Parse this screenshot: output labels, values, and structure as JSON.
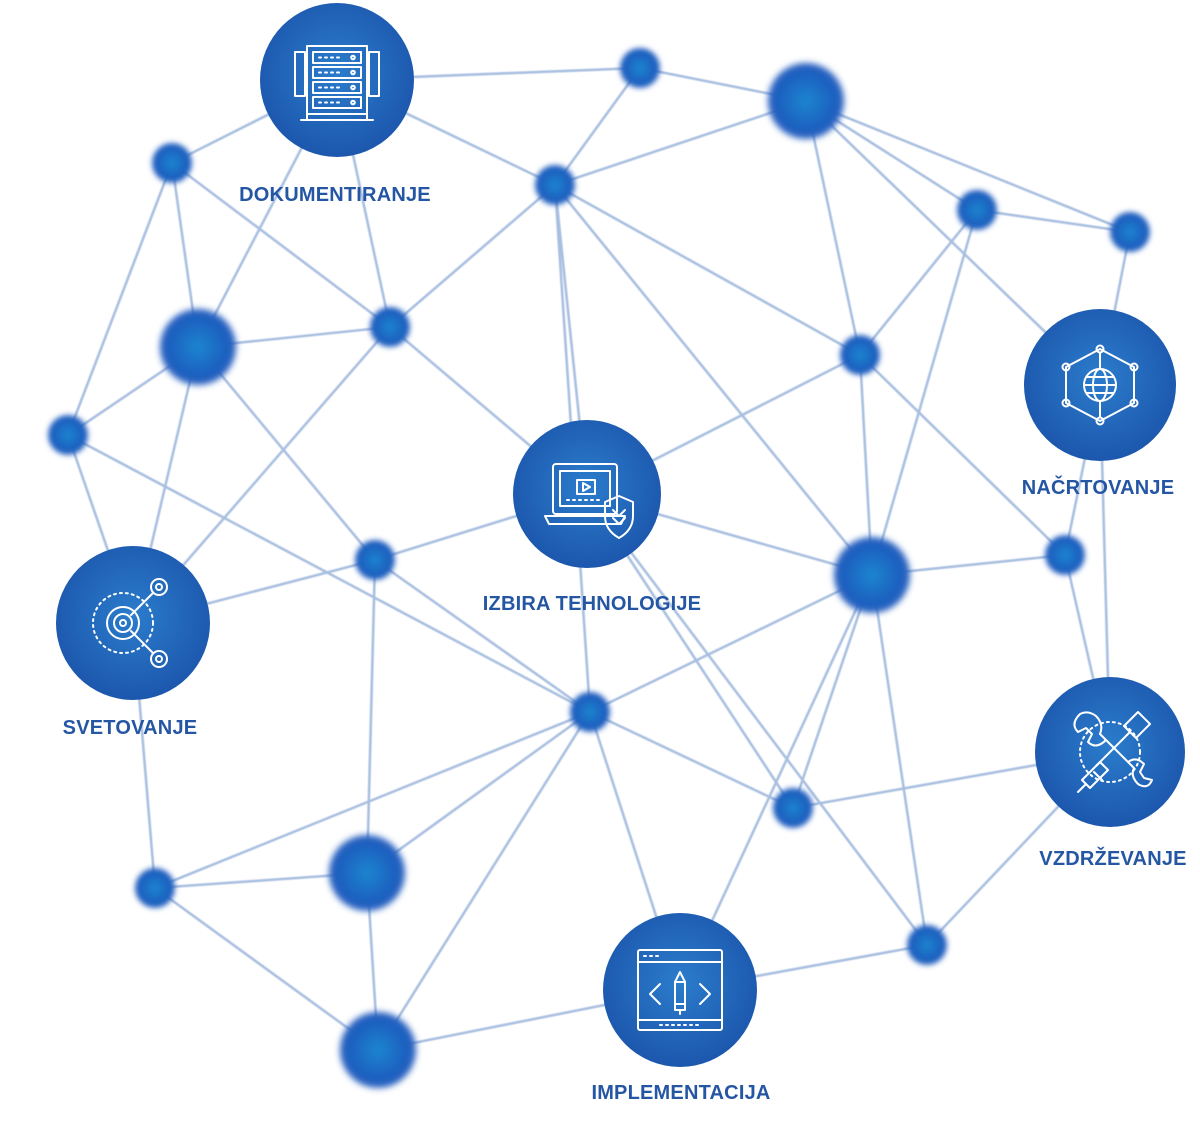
{
  "diagram": {
    "hubs": [
      {
        "id": "dokumentiranje",
        "label": "DOKUMENTIRANJE",
        "icon": "server-rack-icon"
      },
      {
        "id": "izbira",
        "label": "IZBIRA TEHNOLOGIJE",
        "icon": "laptop-shield-icon"
      },
      {
        "id": "nacrtovanje",
        "label": "NAČRTOVANJE",
        "icon": "globe-network-icon"
      },
      {
        "id": "svetovanje",
        "label": "SVETOVANJE",
        "icon": "target-share-icon"
      },
      {
        "id": "vzdrzevanje",
        "label": "VZDRŽEVANJE",
        "icon": "wrench-screwdriver-icon"
      },
      {
        "id": "implementacija",
        "label": "IMPLEMENTACIJA",
        "icon": "code-pencil-icon"
      }
    ],
    "colors": {
      "hub_fill": "#1f62b8",
      "hub_center": "#2f7fd0",
      "node": "#1b6dc4",
      "edge": "#a9bfe0",
      "label": "#2456a4",
      "icon_stroke": "#ffffff"
    }
  }
}
